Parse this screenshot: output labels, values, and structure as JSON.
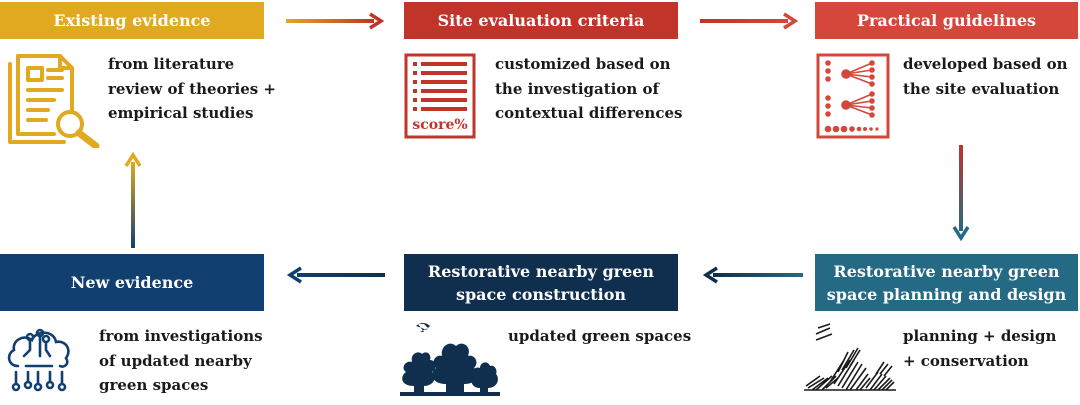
{
  "colors": {
    "gold": "#e0a91f",
    "red": "#c0342a",
    "orange_red": "#d4473a",
    "teal": "#256a84",
    "dark_navy": "#102f4f",
    "navy": "#103f70"
  },
  "top_row": {
    "existing_evidence": {
      "title": "Existing evidence",
      "description": [
        "from literature",
        "review of theories +",
        "empirical studies"
      ]
    },
    "site_evaluation": {
      "title": "Site evaluation criteria",
      "description": [
        "customized based on",
        "the investigation of",
        "contextual differences"
      ],
      "icon_text": "score%"
    },
    "practical_guidelines": {
      "title": "Practical guidelines",
      "description": [
        "developed based on",
        "the site evaluation"
      ]
    }
  },
  "bottom_row": {
    "new_evidence": {
      "title": "New evidence",
      "description": [
        "from investigations",
        "of updated nearby",
        "green spaces"
      ]
    },
    "construction": {
      "title": [
        "Restorative nearby green",
        "space construction"
      ],
      "description": [
        "updated green spaces"
      ]
    },
    "planning": {
      "title": [
        "Restorative nearby green",
        "space planning and design"
      ],
      "description": [
        "planning + design",
        "+ conservation"
      ]
    }
  }
}
